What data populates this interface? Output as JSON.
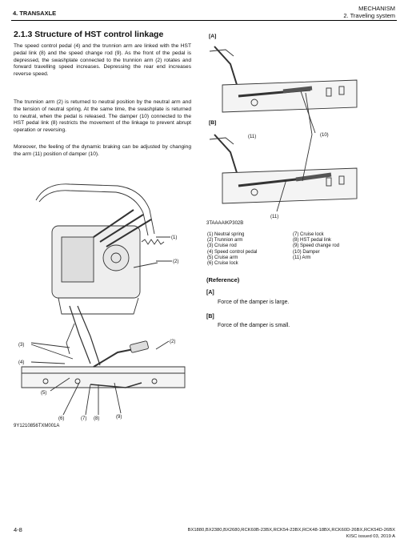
{
  "header": {
    "section": "4. TRANSAXLE",
    "category": "MECHANISM",
    "subsection": "2. Traveling system"
  },
  "main": {
    "title": "2.1.3 Structure of HST control linkage",
    "paragraphs": [
      "The speed control pedal (4) and the trunnion arm are linked with the HST pedal link (8) and the speed change rod (9). As the front of the pedal is depressed, the swashplate connected to the trunnion arm (2) rotates and forward travelling speed increases. Depressing the rear end increases reverse speed.",
      "The trunnion arm (2) is returned to neutral position by the neutral arm and the tension of neutral spring. At the same time, the swashplate is returned to neutral, when the pedal is released. The damper (10) connected to the HST pedal link (8) restricts the movement of the linkage to prevent abrupt operation or reversing.",
      "Moreover, the feeling of the dynamic braking can be adjusted by changing the arm (11) position of damper (10)."
    ]
  },
  "figure_left": {
    "code": "9Y1210856TXM001A",
    "callouts": [
      "(1)",
      "(2)",
      "(3)",
      "(4)",
      "(5)",
      "(6)",
      "(7)",
      "(8)",
      "(9)"
    ]
  },
  "figure_right": {
    "label_a": "[A]",
    "label_b": "[B]",
    "code": "3TAAAAIKP302B",
    "callouts": [
      "(10)",
      "(11)"
    ]
  },
  "legend": [
    "(1)  Neutral spring",
    "(2)  Trunnion arm",
    "(3)  Cruise rod",
    "(4)  Speed control pedal",
    "(5)  Cruise arm",
    "(6)  Cruise lock",
    "(7)  Cruise lock",
    "(8)  HST pedal link",
    "(9)  Speed change rod",
    "(10) Damper",
    "(11) Arm"
  ],
  "reference": {
    "heading": "(Reference)",
    "a_tag": "[A]",
    "a_text": "Force of the damper is large.",
    "b_tag": "[B]",
    "b_text": "Force of the damper is small."
  },
  "footer": {
    "page": "4-8",
    "models": "BX1880,BX2380,BX2680,RCK60B-23BX,RCK54-23BX,RCK48-18BX,RCK60D-26BX,RCK54D-26BX",
    "issue": "KISC issued 03, 2019 A"
  }
}
